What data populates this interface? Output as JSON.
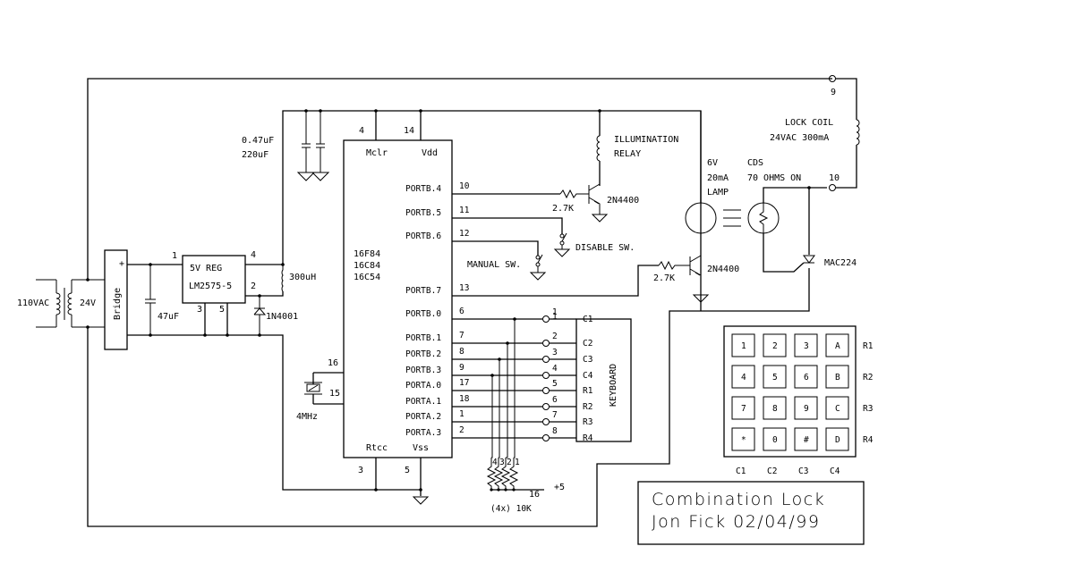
{
  "title_block": {
    "line1": "Combination Lock",
    "line2": "Jon Fick 02/04/99"
  },
  "power": {
    "mains_label": "110VAC",
    "secondary_label": "24V",
    "bridge_label": "Bridge",
    "bridge_plus": "+",
    "filter_cap": "47uF",
    "regulator": {
      "line1": "5V REG",
      "line2": "LM2575-5",
      "pins": [
        "1",
        "4",
        "2",
        "3",
        "5"
      ]
    },
    "inductor": "300uH",
    "diode": "1N4001",
    "decoupling_caps": [
      "0.47uF",
      "220uF"
    ]
  },
  "mcu": {
    "part_numbers": [
      "16F84",
      "16C84",
      "16C54"
    ],
    "top_pins": [
      {
        "name": "Mclr",
        "num": "4"
      },
      {
        "name": "Vdd",
        "num": "14"
      }
    ],
    "bottom_pins": [
      {
        "name": "Rtcc",
        "num": "3"
      },
      {
        "name": "Vss",
        "num": "5"
      }
    ],
    "osc_pins": [
      "16",
      "15"
    ],
    "crystal": "4MHz",
    "right_pins": [
      {
        "name": "PORTB.4",
        "num": "10"
      },
      {
        "name": "PORTB.5",
        "num": "11"
      },
      {
        "name": "PORTB.6",
        "num": "12"
      },
      {
        "name": "PORTB.7",
        "num": "13"
      },
      {
        "name": "PORTB.0",
        "num": "6"
      },
      {
        "name": "PORTB.1",
        "num": "7"
      },
      {
        "name": "PORTB.2",
        "num": "8"
      },
      {
        "name": "PORTB.3",
        "num": "9"
      },
      {
        "name": "PORTA.0",
        "num": "17"
      },
      {
        "name": "PORTA.1",
        "num": "18"
      },
      {
        "name": "PORTA.2",
        "num": "1"
      },
      {
        "name": "PORTA.3",
        "num": "2"
      }
    ]
  },
  "illumination": {
    "relay_line1": "ILLUMINATION",
    "relay_line2": "RELAY",
    "resistor": "2.7K",
    "transistor": "2N4400"
  },
  "switches": {
    "disable": "DISABLE SW.",
    "manual": "MANUAL SW."
  },
  "lamp_driver": {
    "lamp": [
      "6V",
      "20mA",
      "LAMP"
    ],
    "resistor": "2.7K",
    "transistor": "2N4400"
  },
  "cds": [
    "CDS",
    "70 OHMS ON"
  ],
  "triac": "MAC224",
  "lock": {
    "coil_line1": "LOCK COIL",
    "coil_line2": "24VAC 300mA",
    "terminals": [
      "9",
      "10"
    ]
  },
  "keyboard_connector": {
    "label": "KEYBOARD",
    "terminal_numbers": [
      "1",
      "2",
      "3",
      "4",
      "5",
      "6",
      "7",
      "8"
    ],
    "signals": [
      "C1",
      "C2",
      "C3",
      "C4",
      "R1",
      "R2",
      "R3",
      "R4"
    ]
  },
  "pullups": {
    "indices": [
      "4",
      "3",
      "2",
      "1"
    ],
    "pin": "16",
    "supply": "+5",
    "value": "(4x) 10K"
  },
  "keypad": {
    "keys": [
      [
        "1",
        "2",
        "3",
        "A"
      ],
      [
        "4",
        "5",
        "6",
        "B"
      ],
      [
        "7",
        "8",
        "9",
        "C"
      ],
      [
        "*",
        "0",
        "#",
        "D"
      ]
    ],
    "rows": [
      "R1",
      "R2",
      "R3",
      "R4"
    ],
    "cols": [
      "C1",
      "C2",
      "C3",
      "C4"
    ]
  }
}
